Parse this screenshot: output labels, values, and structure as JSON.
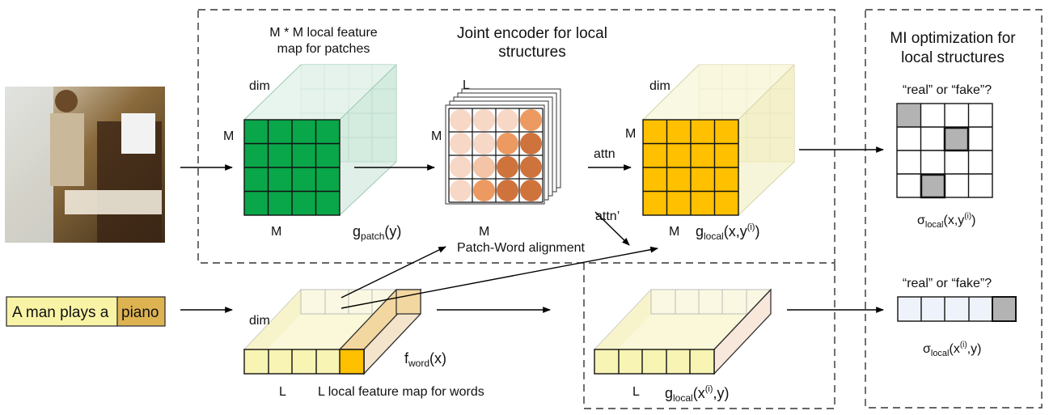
{
  "figure": {
    "joint_box_title": [
      "Joint encoder for local",
      "structures"
    ],
    "mi_box_title": [
      "MI optimization for",
      "local structures"
    ],
    "patch_map": {
      "caption": [
        "M * M local feature",
        "map for patches"
      ],
      "dim_label": "dim",
      "m_label": "M",
      "m_label_bottom": "M",
      "func_base": "g",
      "func_sub": "patch",
      "func_arg": "(y)"
    },
    "alignment": {
      "l_label": "L",
      "m_label": "M",
      "m_label_bottom": "M",
      "caption": "Patch-Word alignment",
      "attn": "attn",
      "attn_prime": "attn’"
    },
    "local_map": {
      "dim_label": "dim",
      "m_label": "M",
      "m_label_bottom": "M",
      "func_base": "g",
      "func_sub": "local",
      "func_arg_pre": "(x,y",
      "func_sup": "(i)",
      "func_arg_post": ")"
    },
    "mi_top": {
      "question": "“real” or “fake”?",
      "sigma": "σ",
      "sigma_sub": "local",
      "sigma_arg_pre": "(x,y",
      "sigma_sup": "(i)",
      "sigma_arg_post": ")"
    },
    "sentence": {
      "text": "A man plays a",
      "highlight": "piano"
    },
    "word_map": {
      "dim_label": "dim",
      "l_label": "L",
      "caption": "L local feature map for words",
      "func_base": "f",
      "func_sub": "word",
      "func_arg": "(x)"
    },
    "local_word_map": {
      "l_label": "L",
      "func_base": "g",
      "func_sub": "local",
      "func_arg_pre": "(x",
      "func_sup": "(i)",
      "func_arg_post": ",y)"
    },
    "mi_bottom": {
      "question": "“real” or “fake”?",
      "sigma": "σ",
      "sigma_sub": "local",
      "sigma_arg_pre": "(x",
      "sigma_sup": "(i)",
      "sigma_arg_post": ",y)"
    }
  },
  "colors": {
    "patch_green": "#0aa64a",
    "patch_ghost": "#dcefe6",
    "align_shades": [
      "#f7d8c7",
      "#f3c4a6",
      "#ec9a62",
      "#cf733d"
    ],
    "local_orange": "#ffc000",
    "local_ghost": "#f7f4d4",
    "word_yellow": "#f7f4b4",
    "word_orange": "#ffc000",
    "sentence_fill": "#f9f3a6",
    "piano_fill": "#ddb352",
    "mi_gray": "#b3b3b3"
  }
}
